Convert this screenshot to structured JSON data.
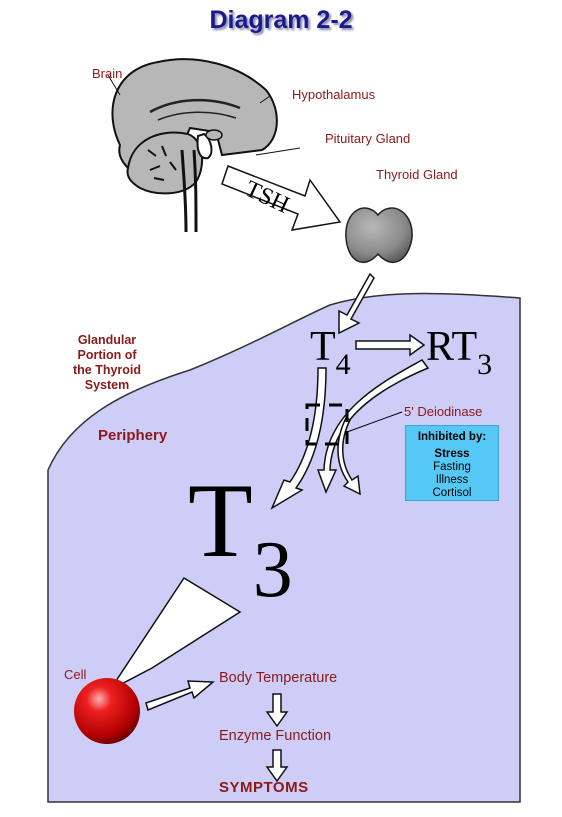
{
  "title": "Diagram 2-2",
  "labels": {
    "brain": "Brain",
    "hypothalamus": "Hypothalamus",
    "pituitary": "Pituitary Gland",
    "thyroid": "Thyroid Gland",
    "tsh": "TSH",
    "glandular_line1": "Glandular",
    "glandular_line2": "Portion of",
    "glandular_line3": "the Thyroid",
    "glandular_line4": "System",
    "periphery": "Periphery",
    "deiodinase": "5' Deiodinase",
    "cell": "Cell"
  },
  "hormones": {
    "t4_base": "T",
    "t4_sub": "4",
    "rt3_base": "RT",
    "rt3_sub": "3",
    "t3_base": "T",
    "t3_sub": "3"
  },
  "inhibited_box": {
    "heading": "Inhibited by:",
    "items": [
      "Stress",
      "Fasting",
      "Illness",
      "Cortisol"
    ]
  },
  "cascade": {
    "step1": "Body Temperature",
    "step2": "Enzyme Function",
    "step3": "SYMPTOMS"
  },
  "colors": {
    "periphery_fill": "#cdcdf7",
    "title": "#1a1a8c",
    "label": "#8b1a1a",
    "inhibitor_box": "#55c8f6"
  }
}
